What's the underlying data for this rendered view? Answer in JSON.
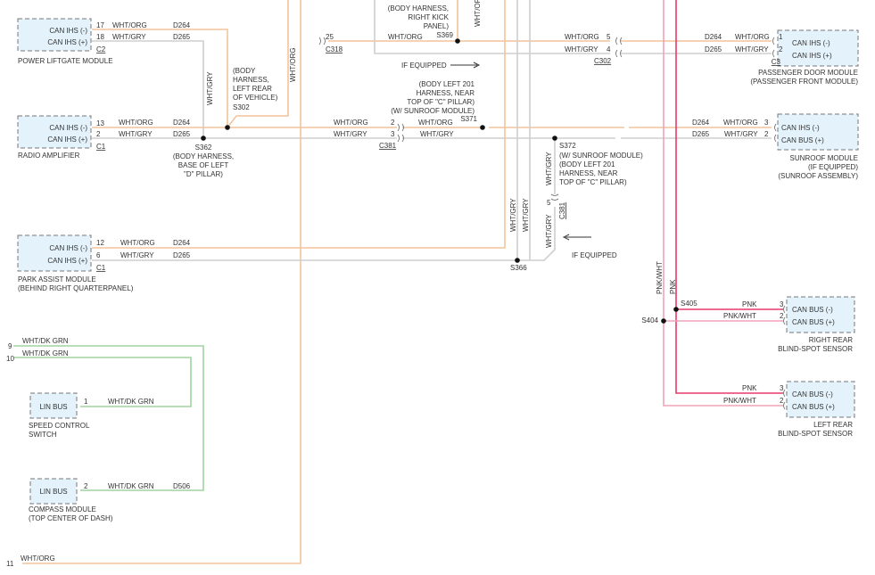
{
  "colors": {
    "wht_org": "#f2c49b",
    "wht_gry": "#cfcfcf",
    "wht_dk_grn": "#9fd39f",
    "pnk": "#e8396b",
    "pnk_wht": "#f0a3b8",
    "module_fill": "#e4f3fb"
  },
  "modules": {
    "power_liftgate": {
      "name": "POWER LIFTGATE MODULE",
      "pin1": "CAN IHS (-)",
      "pin2": "CAN IHS (+)",
      "connector": "C2",
      "p1": "17",
      "p2": "18",
      "c1": "WHT/ORG",
      "c2": "WHT/GRY",
      "ckt1": "D264",
      "ckt2": "D265"
    },
    "radio_amp": {
      "name": "RADIO AMPLIFIER",
      "pin1": "CAN IHS (-)",
      "pin2": "CAN IHS (+)",
      "connector": "C1",
      "p1": "13",
      "p2": "2",
      "c1": "WHT/ORG",
      "c2": "WHT/GRY",
      "ckt1": "D264",
      "ckt2": "D265"
    },
    "park_assist": {
      "name": "PARK ASSIST MODULE",
      "sub": "(BEHIND RIGHT QUARTERPANEL)",
      "pin1": "CAN IHS (-)",
      "pin2": "CAN IHS (+)",
      "connector": "C1",
      "p1": "12",
      "p2": "6",
      "c1": "WHT/ORG",
      "c2": "WHT/GRY",
      "ckt1": "D264",
      "ckt2": "D265"
    },
    "speed_control": {
      "line1": "SPEED CONTROL",
      "line2": "SWITCH",
      "pin": "LIN BUS",
      "p": "1",
      "c": "WHT/DK GRN"
    },
    "compass": {
      "name": "COMPASS MODULE",
      "sub": "(TOP CENTER OF DASH)",
      "pin": "LIN BUS",
      "p": "2",
      "c": "WHT/DK GRN",
      "ckt": "D506"
    },
    "passenger_door": {
      "name": "PASSENGER DOOR MODULE",
      "sub": "(PASSENGER FRONT MODULE)",
      "pin1": "CAN IHS (-)",
      "pin2": "CAN IHS (+)",
      "connector": "C3",
      "p1": "1",
      "p2": "2",
      "c1": "WHT/ORG",
      "c2": "WHT/GRY",
      "ckt1": "D264",
      "ckt2": "D265"
    },
    "sunroof": {
      "name": "SUNROOF MODULE",
      "sub1": "(IF EQUIPPED)",
      "sub2": "(SUNROOF ASSEMBLY)",
      "pin1": "CAN IHS (-)",
      "pin2": "CAN BUS (+)",
      "p1": "3",
      "p2": "2",
      "c1": "WHT/ORG",
      "c2": "WHT/GRY",
      "ckt1": "D264",
      "ckt2": "D265"
    },
    "right_bss": {
      "line1": "RIGHT REAR",
      "line2": "BLIND-SPOT SENSOR",
      "pin1": "CAN BUS (-)",
      "pin2": "CAN BUS (+)",
      "p1": "3",
      "p2": "2",
      "c1": "PNK",
      "c2": "PNK/WHT"
    },
    "left_bss": {
      "line1": "LEFT REAR",
      "line2": "BLIND-SPOT SENSOR",
      "pin1": "CAN BUS (-)",
      "pin2": "CAN BUS (+)",
      "p1": "3",
      "p2": "2",
      "c1": "PNK",
      "c2": "PNK/WHT"
    }
  },
  "splices": {
    "s362": {
      "id": "S362",
      "l1": "(BODY HARNESS,",
      "l2": "BASE OF LEFT",
      "l3": "\"D\" PILLAR)"
    },
    "s302": {
      "id": "S302",
      "l1": "(BODY",
      "l2": "HARNESS,",
      "l3": "LEFT REAR",
      "l4": "OF VEHICLE)"
    },
    "s369": {
      "id": "S369",
      "l1": "(BODY HARNESS,",
      "l2": "RIGHT KICK",
      "l3": "PANEL)"
    },
    "s371": {
      "id": "S371",
      "l1": "(BODY LEFT 201",
      "l2": "HARNESS, NEAR",
      "l3": "TOP OF \"C\" PILLAR)",
      "l4": "(W/ SUNROOF MODULE)"
    },
    "s372": {
      "id": "S372",
      "l1": "(W/ SUNROOF MODULE)",
      "l2": "(BODY LEFT 201",
      "l3": "HARNESS, NEAR",
      "l4": "TOP OF \"C\" PILLAR)"
    },
    "s366": {
      "id": "S366"
    },
    "s404": {
      "id": "S404"
    },
    "s405": {
      "id": "S405"
    }
  },
  "connectors": {
    "c318": "C318",
    "c381": "C381",
    "c302": "C302",
    "c381_v": "C381"
  },
  "wire_labels": {
    "wht_org": "WHT/ORG",
    "wht_gry": "WHT/GRY",
    "wht_dk_grn": "WHT/DK GRN",
    "pnk": "PNK",
    "pnk_wht": "PNK/WHT",
    "d264": "D264",
    "d265": "D265",
    "pin25": "25",
    "pin2": "2",
    "pin3": "3",
    "pin5": "5",
    "pin4": "4",
    "left_pin9": "9",
    "left_pin10": "10",
    "left_pin11": "11"
  },
  "notes": {
    "if_equipped": "IF EQUIPPED"
  }
}
